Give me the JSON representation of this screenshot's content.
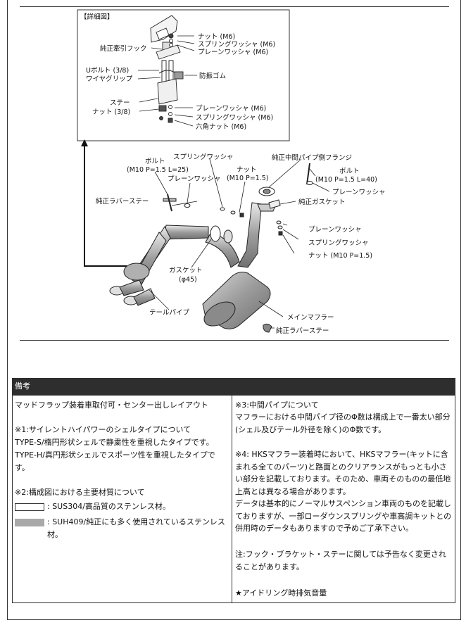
{
  "detail": {
    "title": "【詳細図】",
    "labels": {
      "hook": "純正牽引フック",
      "u_bolt": "Uボルト (3/8)",
      "wire_grip": "ワイヤグリップ",
      "stay": "ステー",
      "nut_38": "ナット (3/8)",
      "nut_m6": "ナット (M6)",
      "spring_washer_m6_top": "スプリングワッシャ (M6)",
      "plain_washer_m6_top": "プレーンワッシャ (M6)",
      "rubber": "防振ゴム",
      "plain_washer_m6_bottom": "プレーンワッシャ (M6)",
      "spring_washer_m6_bottom": "スプリングワッシャ (M6)",
      "hex_nut_m6": "六角ナット (M6)"
    }
  },
  "main": {
    "labels": {
      "bolt_left": "ボルト",
      "bolt_left_spec": "(M10 P=1.5 L=25)",
      "spring_washer_top": "スプリングワッシャ",
      "mid_pipe_flange": "純正中間パイプ側フランジ",
      "plain_washer_left": "プレーンワッシャ",
      "nut_top": "ナット",
      "nut_top_spec": "(M10 P=1.5)",
      "bolt_right": "ボルト",
      "bolt_right_spec": "(M10 P=1.5 L=40)",
      "plain_washer_right": "プレーンワッシャ",
      "rubber_stay_left": "純正ラバーステー",
      "gasket_right": "純正ガスケット",
      "plain_washer_mid": "プレーンワッシャ",
      "spring_washer_mid": "スプリングワッシャ",
      "nut_mid": "ナット (M10 P=1.5)",
      "gasket_left": "ガスケット",
      "gasket_left_spec": "(φ45)",
      "tail_pipe": "テールパイプ",
      "main_muffler": "メインマフラー",
      "rubber_stay_bottom": "純正ラバーステー"
    }
  },
  "notes": {
    "header": "備考",
    "left": {
      "layout": "マッドフラップ装着車取付可・センター出しレイアウト",
      "n1_title": "※1:サイレントハイパワーのシェルタイプについて",
      "n1_s": "TYPE-S/楕円形状シェルで静粛性を重視したタイプです。",
      "n1_h": "TYPE-H/真円形状シェルでスポーツ性を重視したタイプです。",
      "n2_title": "※2:構成図における主要材質について",
      "mat1": ": SUS304/高品質のステンレス材。",
      "mat2": ": SUH409/純正にも多く使用されているステンレス材。"
    },
    "right": {
      "n3_title": "※3:中間パイプについて",
      "n3_body": "マフラーにおける中間パイプ径のΦ数は構成上で一番太い部分(シェル及びテール外径を除く)のΦ数です。",
      "n4_body": "※4: HKSマフラー装着時において、HKSマフラー(キットに含まれる全てのパーツ)と路面とのクリアランスがもっとも小さい部分を記載しております。そのため、車両そのものの最低地上高とは異なる場合があります。",
      "n4_body2": "データは基本的にノーマルサスペンション車両のものを記載しておりますが、一部ローダウンスプリングや車高調キットとの併用時のデータもありますので予めご了承下さい。",
      "n5": "注:フック・ブラケット・ステーに関しては予告なく変更されることがあります。",
      "n6": "★アイドリング時排気音量"
    }
  }
}
